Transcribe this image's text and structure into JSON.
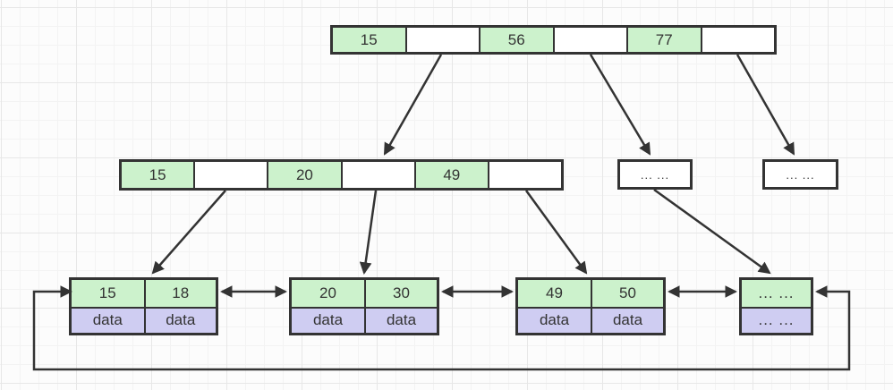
{
  "colors": {
    "key_fill": "#ccf2cc",
    "data_fill": "#cfcdf2",
    "border": "#333333"
  },
  "tree": {
    "root": {
      "keys": [
        "15",
        "56",
        "77"
      ]
    },
    "internal": {
      "keys": [
        "15",
        "20",
        "49"
      ]
    },
    "internal_others": [
      {
        "label": "... ..."
      },
      {
        "label": "... ..."
      }
    ],
    "leaves": [
      {
        "keys": [
          "15",
          "18"
        ],
        "values": [
          "data",
          "data"
        ]
      },
      {
        "keys": [
          "20",
          "30"
        ],
        "values": [
          "data",
          "data"
        ]
      },
      {
        "keys": [
          "49",
          "50"
        ],
        "values": [
          "data",
          "data"
        ]
      },
      {
        "keys": [
          "... ..."
        ],
        "values": [
          "... ..."
        ]
      }
    ]
  }
}
